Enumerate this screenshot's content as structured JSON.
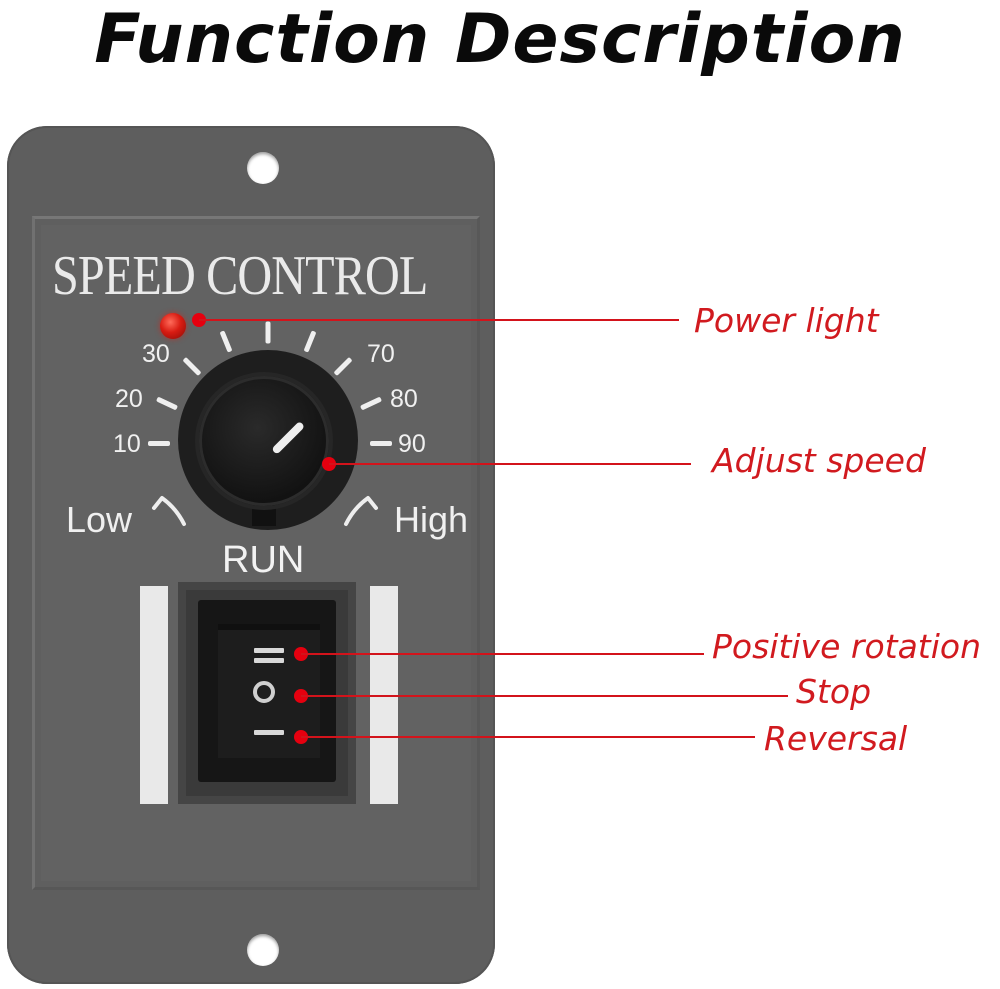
{
  "title": "Function Description",
  "device": {
    "label": "SPEED CONTROL",
    "scale": {
      "left": [
        "10",
        "20",
        "30"
      ],
      "right": [
        "70",
        "80",
        "90"
      ]
    },
    "low_label": "Low",
    "high_label": "High",
    "switch_label": "RUN",
    "plate_color": "#5e5e5e",
    "led_color": "#d81c12"
  },
  "callouts": [
    {
      "id": "power-light",
      "label": "Power light"
    },
    {
      "id": "adjust-speed",
      "label": "Adjust speed"
    },
    {
      "id": "positive-rotation",
      "label": "Positive rotation"
    },
    {
      "id": "stop",
      "label": "Stop"
    },
    {
      "id": "reversal",
      "label": "Reversal"
    }
  ],
  "callout_color": "#d11a1f"
}
